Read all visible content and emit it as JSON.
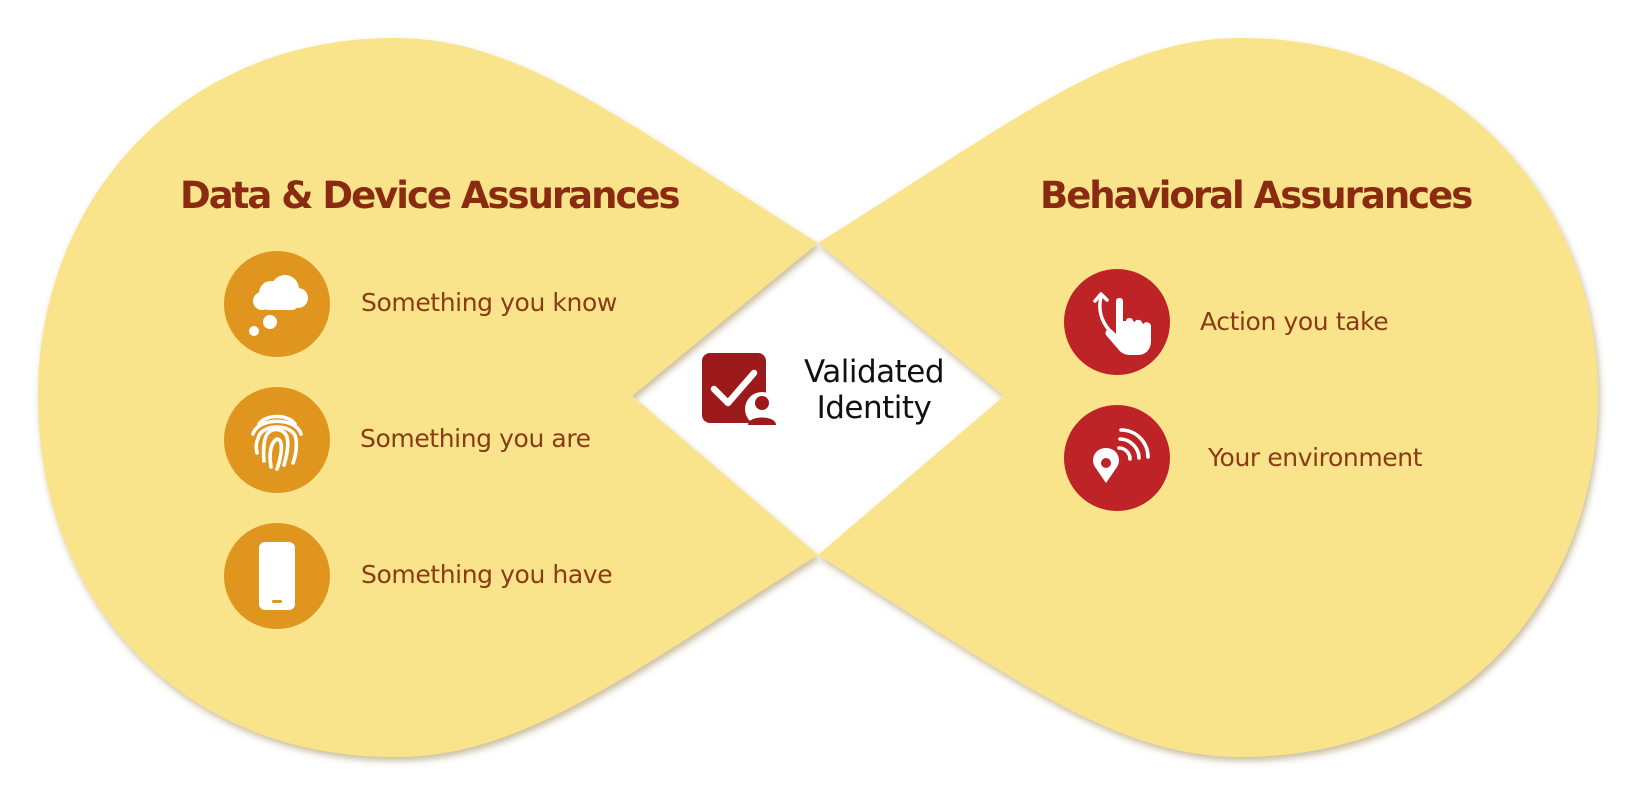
{
  "left_section": {
    "heading": "Data & Device Assurances",
    "items": [
      {
        "label": "Something you know",
        "icon": "thought-cloud-icon",
        "color": "#e0951f"
      },
      {
        "label": "Something you are",
        "icon": "fingerprint-icon",
        "color": "#e0951f"
      },
      {
        "label": "Something you have",
        "icon": "smartphone-icon",
        "color": "#e0951f"
      }
    ]
  },
  "right_section": {
    "heading": "Behavioral Assurances",
    "items": [
      {
        "label": "Action you take",
        "icon": "swipe-hand-icon",
        "color": "#bd2327"
      },
      {
        "label": "Your environment",
        "icon": "location-signal-icon",
        "color": "#bd2327"
      }
    ]
  },
  "center": {
    "line1": "Validated",
    "line2": "Identity",
    "icon": "validated-identity-icon",
    "icon_color": "#9c1a1c"
  },
  "colors": {
    "lobe_fill": "#f9e38b",
    "heading_text": "#8a2a10",
    "item_text": "#8a3b16",
    "orange_circle": "#e0951f",
    "red_circle": "#bd2327"
  }
}
